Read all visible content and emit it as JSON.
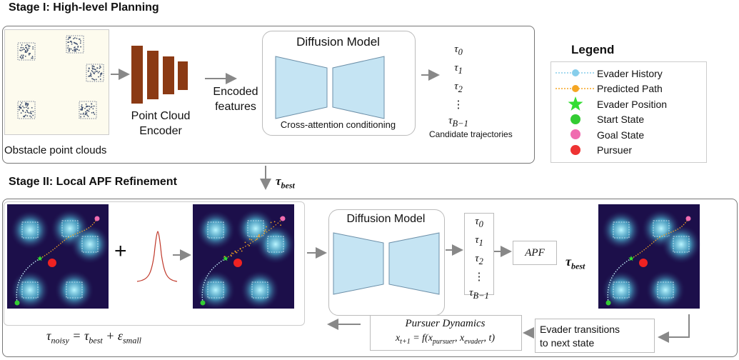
{
  "stage1": {
    "title": "Stage I: High-level Planning",
    "obstacle_label": "Obstacle point clouds",
    "encoder_label_line1": "Point Cloud",
    "encoder_label_line2": "Encoder",
    "encoded_line1": "Encoded",
    "encoded_line2": "features",
    "diffusion_title": "Diffusion Model",
    "cross_attention": "Cross-attention conditioning",
    "trajectories": [
      "τ0",
      "τ1",
      "τ2",
      "⋮",
      "τB−1"
    ],
    "candidate_label": "Candidate trajectories"
  },
  "tau_best_label": "τbest",
  "stage2": {
    "title": "Stage II: Local APF Refinement",
    "plus": "+",
    "diffusion_title": "Diffusion Model",
    "trajectories": [
      "τ0",
      "τ1",
      "τ2",
      "⋮",
      "τB−1"
    ],
    "apf_label": "APF",
    "tau_best_out": "τbest",
    "noisy_eq": "τnoisy = τbest + εsmall",
    "dynamics_title": "Pursuer Dynamics",
    "dynamics_eq": "xt+1 = f(xpursuer, xevader, t)",
    "transition_line1": "Evader transitions",
    "transition_line2": "to next state"
  },
  "legend": {
    "title": "Legend",
    "items": [
      {
        "label": "Evader History",
        "icon": "dotted-line-dot-icon",
        "color": "#87ceeb"
      },
      {
        "label": "Predicted Path",
        "icon": "dotted-line-dot-icon",
        "color": "#f5a623"
      },
      {
        "label": "Evader Position",
        "icon": "star-icon",
        "color": "#33dd33"
      },
      {
        "label": "Start State",
        "icon": "circle-icon",
        "color": "#33cc33"
      },
      {
        "label": "Goal State",
        "icon": "circle-icon",
        "color": "#f06bb0"
      },
      {
        "label": "Pursuer",
        "icon": "circle-icon",
        "color": "#ee3333"
      }
    ]
  },
  "colors": {
    "encoder_bar": "#8b3a14",
    "funnel_fill": "#c5e4f3",
    "field_bg": "#1c0f4a",
    "obstacle_glow": "#7ee0f0",
    "arrow": "#888888"
  }
}
